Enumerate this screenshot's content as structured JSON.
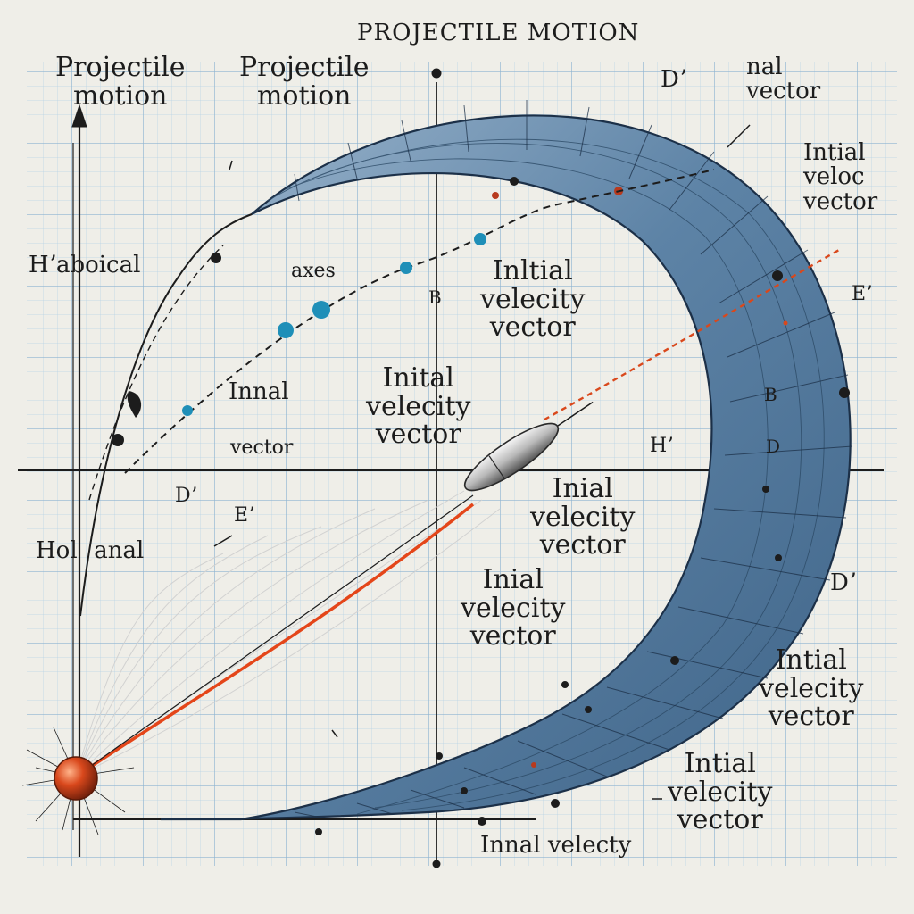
{
  "title": "PROJECTILE MOTION",
  "labels": {
    "top_left_a": [
      "Projectile",
      "motion"
    ],
    "top_left_b": [
      "Projectile",
      "motion"
    ],
    "top_right_d": "Dʼ",
    "top_right_frag": [
      "nal",
      "vector"
    ],
    "right_initial_veloc": [
      "Intial",
      "veloc",
      "vector"
    ],
    "right_e": "Eʼ",
    "left_axis_label": "Hʼaboical",
    "axes": "axes",
    "center_b": "B",
    "center_initial_velecity": [
      "Inltial",
      "velecity",
      "vector"
    ],
    "inner_innal": "Innal",
    "inner_vector": "vector",
    "middle_initial_velecity": [
      "Inital",
      "velecity",
      "vector"
    ],
    "mid_h": "Hʼ",
    "mid_d": "Dʼ",
    "mid_e": "Eʼ",
    "horizontal": "Hol   anal",
    "lower_center_a": [
      "Inial",
      "velecity",
      "vector"
    ],
    "lower_center_b": [
      "Inial",
      "velecity",
      "vector"
    ],
    "right_d2": "Dʼ",
    "right_lower_a": [
      "Intial",
      "velecity",
      "vector"
    ],
    "right_lower_b": [
      "Intial",
      "velecity",
      "vector"
    ],
    "bottom": "Innal velecty",
    "small_b": "B",
    "small_d": "D"
  },
  "colors": {
    "paper": "#efeee8",
    "grid_minor": "#b9d3e6",
    "grid_major": "#8fb5d1",
    "band_fill": "#5d83a6",
    "band_edge": "#1c3048",
    "ball": "#d9481c",
    "trail": "#e4461a",
    "dot_blue": "#1f8fb8",
    "dot_red": "#b83a1e",
    "ink": "#1c1c1c"
  }
}
